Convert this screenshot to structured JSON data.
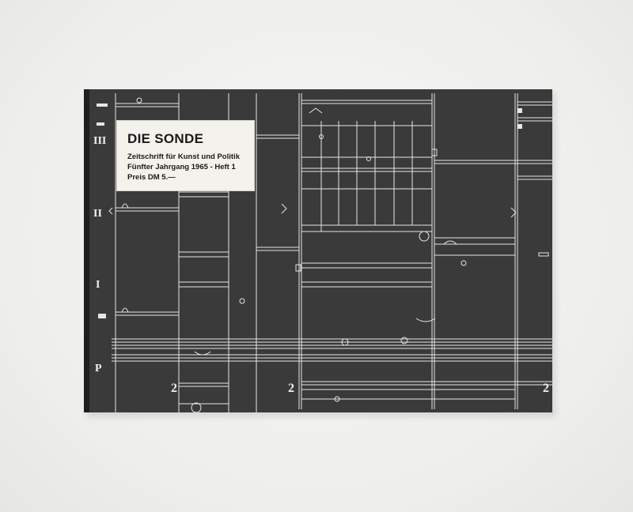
{
  "cover": {
    "title": "DIE SONDE",
    "subtitle": "Zeitschrift für Kunst und Politik",
    "issue": "Fünfter Jahrgang 1965 - Heft 1",
    "price": "Preis DM 5.—"
  },
  "score": {
    "roman_numerals": [
      "III",
      "II",
      "I",
      "P"
    ],
    "page_numbers": [
      "2",
      "2",
      "2"
    ]
  },
  "colors": {
    "background": "#f1f1ef",
    "cover": "#3a3a3a",
    "notation": "#e9e9e9",
    "label": "#f4f2ec"
  }
}
